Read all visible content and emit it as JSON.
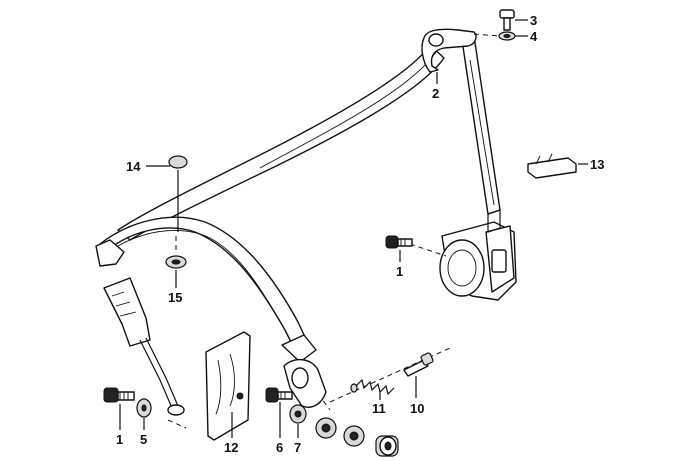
{
  "callouts": {
    "c1a": "1",
    "c1b": "1",
    "c2": "2",
    "c3": "3",
    "c4": "4",
    "c5": "5",
    "c6": "6",
    "c7": "7",
    "c10": "10",
    "c11": "11",
    "c12": "12",
    "c13": "13",
    "c14": "14",
    "c15": "15"
  }
}
